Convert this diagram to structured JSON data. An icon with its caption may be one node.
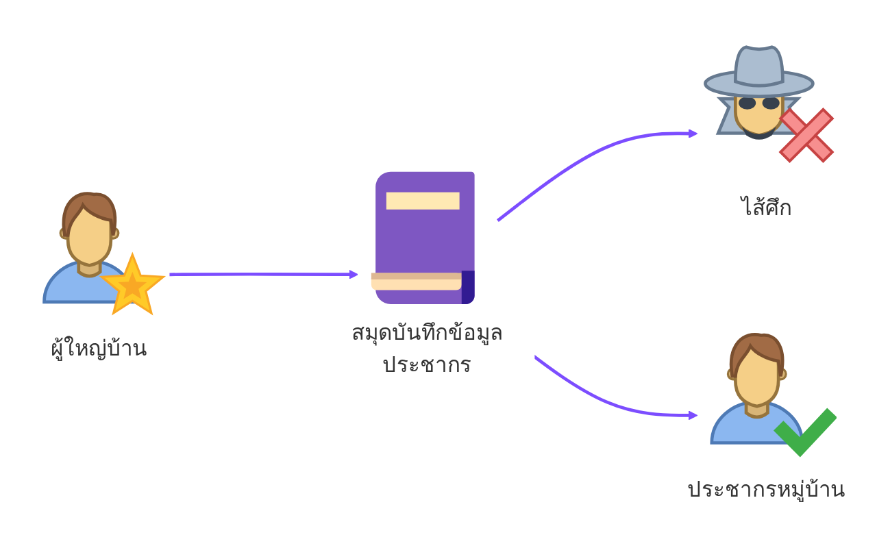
{
  "diagram": {
    "nodes": [
      {
        "text": [
          "ผู้ใหญ่บ้าน"
        ]
      },
      {
        "text": [
          "สมุดบันทึกข้อมูลประชากร"
        ]
      },
      {
        "text": [
          "ไส้ศึก"
        ]
      },
      {
        "text": [
          "ประชากรหมู่บ้าน"
        ]
      }
    ],
    "edges": [
      {
        "from": 0,
        "to": 1,
        "arrow": "to"
      },
      {
        "from": 1,
        "to": 2,
        "arrow": "to"
      },
      {
        "from": 1,
        "to": 3,
        "arrow": "to"
      }
    ]
  }
}
